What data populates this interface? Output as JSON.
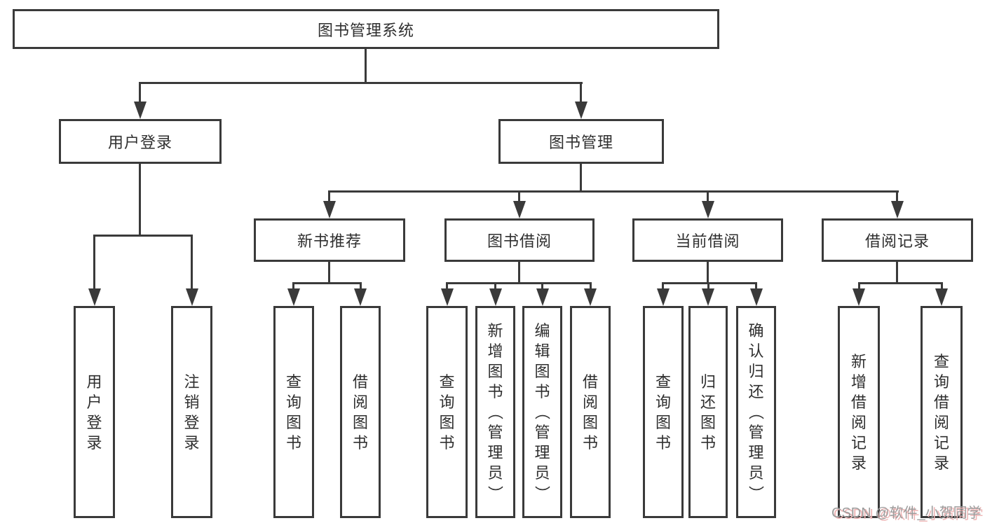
{
  "title": "图书管理系统",
  "watermark": "CSDN @软件_小贺同学",
  "colors": {
    "line": "#3a3a3a",
    "text": "#2f2f2f",
    "background": "#ffffff",
    "watermark_text": "#9c9c9c",
    "watermark_shadow": "#eeb4b4"
  },
  "tree": {
    "label": "图书管理系统",
    "children": [
      {
        "label": "用户登录",
        "children": [
          {
            "label": "用户登录"
          },
          {
            "label": "注销登录"
          }
        ]
      },
      {
        "label": "图书管理",
        "children": [
          {
            "label": "新书推荐",
            "children": [
              {
                "label": "查询图书"
              },
              {
                "label": "借阅图书"
              }
            ]
          },
          {
            "label": "图书借阅",
            "children": [
              {
                "label": "查询图书"
              },
              {
                "label": "新增图书（管理员）"
              },
              {
                "label": "编辑图书（管理员）"
              },
              {
                "label": "借阅图书"
              }
            ]
          },
          {
            "label": "当前借阅",
            "children": [
              {
                "label": "查询图书"
              },
              {
                "label": "归还图书"
              },
              {
                "label": "确认归还（管理员）"
              }
            ]
          },
          {
            "label": "借阅记录",
            "children": [
              {
                "label": "新增借阅记录"
              },
              {
                "label": "查询借阅记录"
              }
            ]
          }
        ]
      }
    ]
  }
}
